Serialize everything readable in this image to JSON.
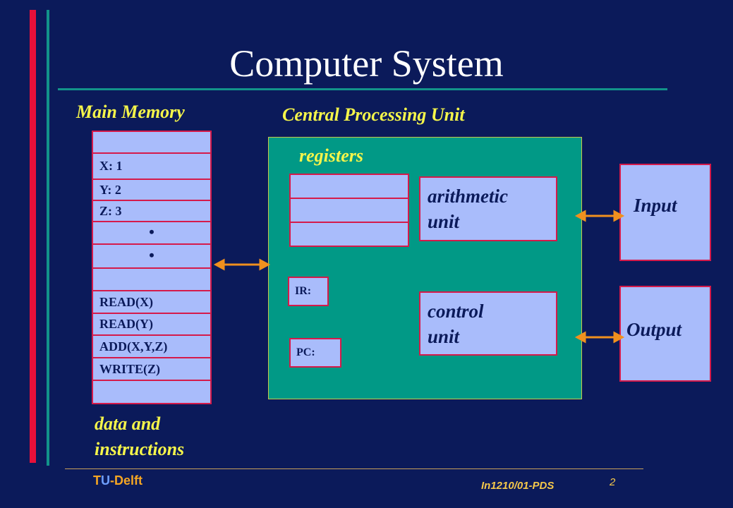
{
  "title": "Computer System",
  "main_memory": {
    "heading": "Main Memory",
    "cells": [
      "",
      "X:  1",
      "Y:  2",
      "Z:  3",
      "•",
      "•",
      "",
      "READ(X)",
      "READ(Y)",
      "ADD(X,Y,Z)",
      "WRITE(Z)",
      ""
    ],
    "caption_line1": "data and",
    "caption_line2": "instructions"
  },
  "cpu": {
    "heading": "Central Processing Unit",
    "registers_label": "registers",
    "arithmetic_line1": "arithmetic",
    "arithmetic_line2": "unit",
    "control_line1": "control",
    "control_line2": "unit",
    "ir_label": "IR:",
    "pc_label": "PC:"
  },
  "io": {
    "input_label": "Input",
    "output_label": "Output"
  },
  "footer": {
    "org_prefix": "T",
    "org_highlight": "U",
    "org_suffix": "-Delft",
    "course": "In1210/01-PDS",
    "page_number": "2"
  },
  "colors": {
    "background": "#0b1a5a",
    "accent_red": "#e8103a",
    "accent_teal": "#12938a",
    "cpu_fill": "#019986",
    "box_fill": "#a9bcfb",
    "label_yellow": "#f5f54a",
    "arrow": "#f0901e"
  }
}
